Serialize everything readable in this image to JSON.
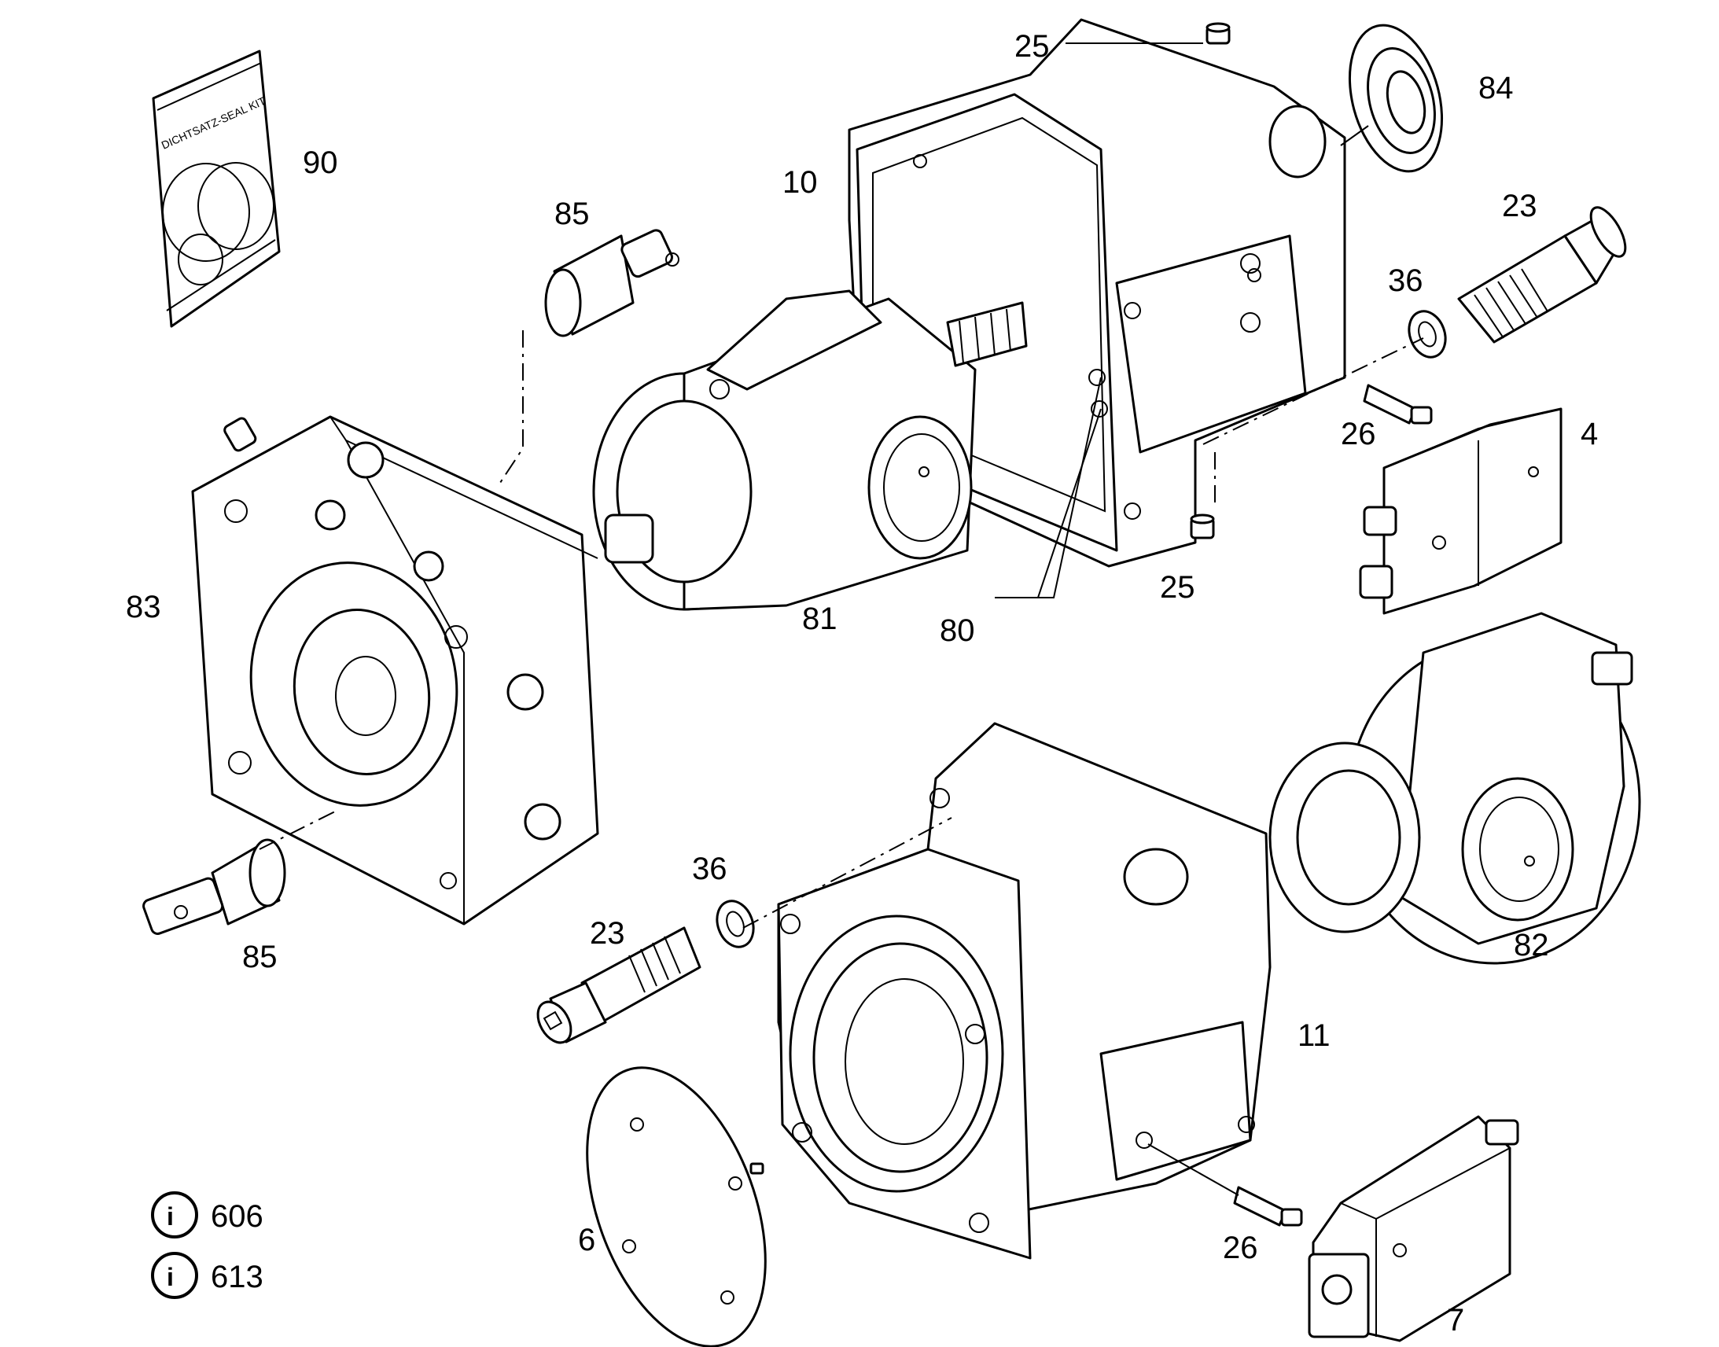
{
  "seal_kit_bag_text": "DICHTSATZ-SEAL KIT",
  "callouts": {
    "c90": "90",
    "c85a": "85",
    "c10": "10",
    "c25a": "25",
    "c84": "84",
    "c23a": "23",
    "c36a": "36",
    "c26a": "26",
    "c4": "4",
    "c83": "83",
    "c81": "81",
    "c80": "80",
    "c25b": "25",
    "c85b": "85",
    "c36b": "36",
    "c23b": "23",
    "c82": "82",
    "c11": "11",
    "c6": "6",
    "c26b": "26",
    "c7": "7"
  },
  "info_refs": [
    {
      "icon": "info-icon",
      "symbol": "i",
      "label": "606"
    },
    {
      "icon": "info-icon",
      "symbol": "i",
      "label": "613"
    }
  ]
}
